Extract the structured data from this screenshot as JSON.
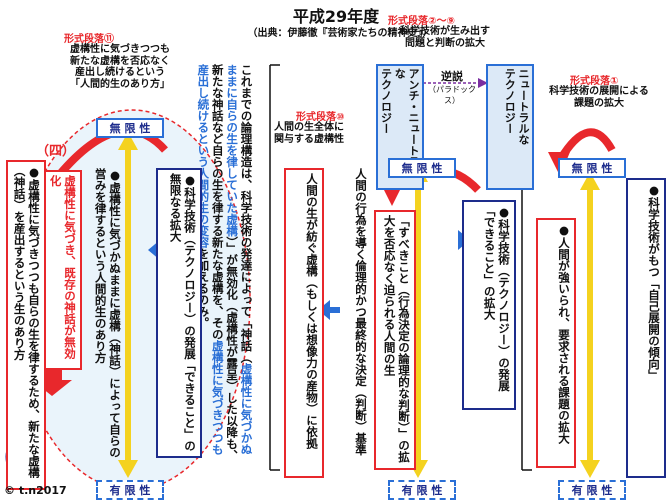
{
  "title": "平成29年度",
  "source": "（出典：伊藤徹『芸術家たちの精神史』）",
  "copyright": "© t.n2017",
  "sections": {
    "s11": {
      "head": "形式段落⑪",
      "desc": "虚構性に気づきつつも\n新たな虚構を否応なく\n産出し続けるという\n「人間的生のあり方」"
    },
    "s2_9": {
      "head": "形式段落②～⑨",
      "desc": "科学技術が生み出す\n問題と判断の拡大"
    },
    "s1": {
      "head": "形式段落①",
      "desc": "科学技術の展開による\n課題の拡大"
    },
    "s10": {
      "head": "形式段落⑩",
      "desc": "人間の生全体に\n関与する虚構性"
    }
  },
  "labels": {
    "infinite": "無 限 性",
    "finite": "有 限 性",
    "paradox": "逆説",
    "paradox_sub": "（パラドックス）",
    "four": "（四）"
  },
  "center_text": {
    "line1": "これまでの論理構造は、科学技術の発達によって「神話（",
    "line1_blue": "虚構性に気づ",
    "line2_blue": "かぬままに自らの生を律していた虚構",
    "line2": "）」が無効化（虚構性が露呈）した",
    "line3": "以降も、新たな神話など自らの生を律する新たな虚構を、その",
    "line3_blue": "虚構性に",
    "line4_blue": "気づきつつも産出し続けるという人間的生の変容",
    "line4": "を加えるのみ。"
  },
  "anti_natural": "アンチ・ニュートラルな\nテクノロジー",
  "neutral": "ニュートラルな\nテクノロジー",
  "col_s1_a": "●科学技術がもつ「自己展開の傾向」",
  "col_s1_b": "●人間が強いられ、要求される課題の拡大",
  "col_s2_a": "●科学技術（テクノロジー）の発展「できること」の拡大",
  "col_s2_b": "「すべきこと（行為決定の論理的な判断）」の拡大を否応なく迫られる人間の生",
  "col_s10_a": "人間の行為を導く倫理的かつ最終的な決定（判断）基準",
  "col_s10_b": "人間の生が紡ぐ虚構（もしくは想像力の産物）に依拠",
  "col_s11_a": "●科学技術（テクノロジー）の発展「できること」の無限なる拡大",
  "col_s11_b": "●虚構性に気づかぬままに虚構（神話）によって自らの営みを律するという人間的生のあり方",
  "col_s11_c": "虚構性に気づき、既存の神話が無効化",
  "col_s11_d": "●虚構性に気づきつつも自らの生を律するため、新たな虚構（神話）を産出するという生のあり方",
  "colors": {
    "accent_red": "#e8282c",
    "accent_blue": "#2a6fd6",
    "navy": "#1d2c8c",
    "yellow": "#f4d21f"
  }
}
